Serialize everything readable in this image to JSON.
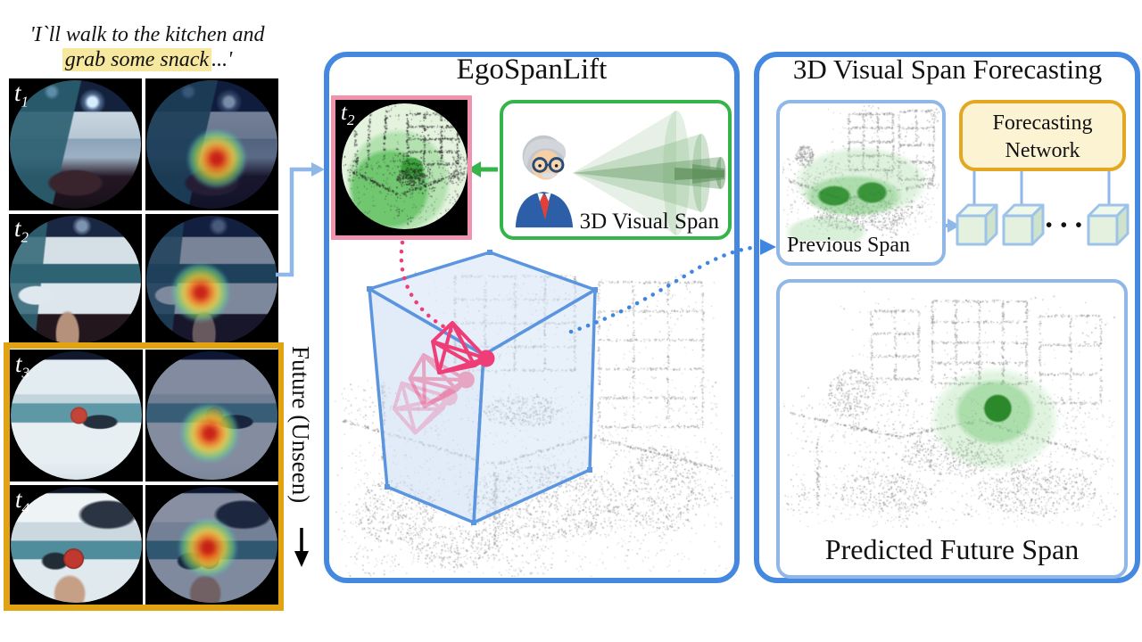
{
  "quote": {
    "line1": "'I`ll walk to the kitchen and",
    "highlight": "grab some snack",
    "tail": "...'"
  },
  "frames": [
    {
      "label": "t",
      "sub": "1"
    },
    {
      "label": "t",
      "sub": "2"
    },
    {
      "label": "t",
      "sub": "3"
    },
    {
      "label": "t",
      "sub": "4"
    }
  ],
  "future_label": "Future (Unseen)",
  "egospanlift": {
    "title": "EgoSpanLift",
    "sketch_frame": {
      "label": "t",
      "sub": "2"
    },
    "span_label": "3D Visual Span"
  },
  "forecasting": {
    "title": "3D Visual Span Forecasting",
    "previous_label": "Previous Span",
    "network_line1": "Forecasting",
    "network_line2": "Network",
    "ellipsis": "• • •",
    "predicted_label": "Predicted Future Span"
  },
  "colors": {
    "panel_border": "#4488e0",
    "light_blue": "#8fb8e8",
    "orange": "#e2a313",
    "pink_border": "#f192af",
    "magenta": "#ee3d77",
    "green": "#35b44a",
    "yellow_fill": "#fcf3d3",
    "yellow_border": "#e3a722",
    "highlight": "#f7e8a0",
    "heat_core": "#cd1e12"
  }
}
